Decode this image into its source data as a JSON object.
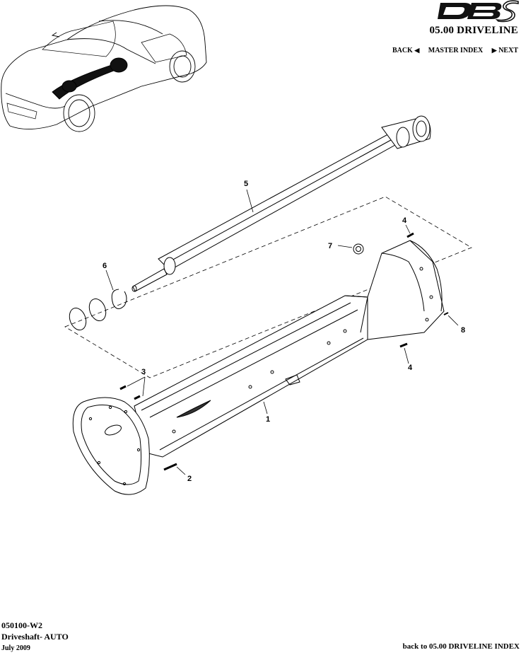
{
  "header": {
    "logo_text": "DBS",
    "section_title": "05.00 DRIVELINE",
    "nav": {
      "back": "BACK",
      "master_index": "MASTER INDEX",
      "next": "NEXT"
    }
  },
  "diagram": {
    "callouts": [
      "1",
      "2",
      "3",
      "4",
      "4",
      "5",
      "6",
      "7",
      "8"
    ]
  },
  "footer": {
    "code": "050100-W2",
    "name": "Driveshaft- AUTO",
    "date": "July 2009",
    "back_link": "back to 05.00 DRIVELINE INDEX"
  }
}
